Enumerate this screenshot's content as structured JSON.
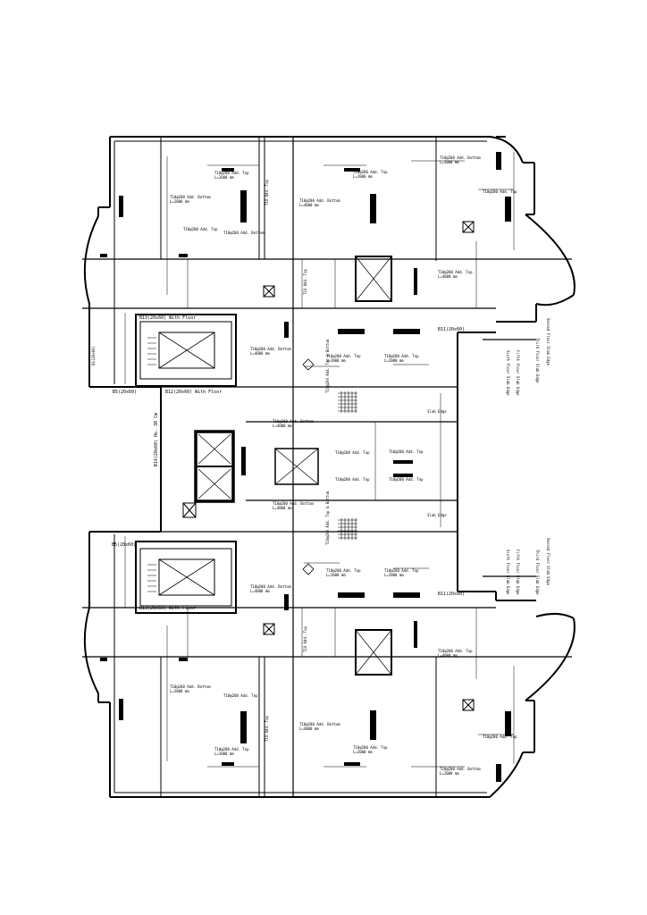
{
  "drawing": {
    "beam_labels": {
      "b13_top": "B13(20x60) With Floor",
      "b12": "B12(20x60) With Floor",
      "b5_top": "B5(20x60)",
      "b5_bottom": "B5(20x60)",
      "b13_bottom": "B13(20x60) With Floor",
      "b14": "B14(20x60) Ho. 30 Cm",
      "b11_top": "B11(20x60)",
      "b11_bottom": "B11(20x60)",
      "b1_side": "B1(20x60)"
    },
    "rebar_notes": {
      "add_bottom": "T10@200 Add. Bottom",
      "add_top": "T10@200 Add. Top",
      "length_2000": "L=2000 mm",
      "length_4000": "L=4000 mm",
      "add_top_short": "T10 Add. Top",
      "top_bottom": "T10@200 Add. Top & Bottom",
      "slab_edge": "Slab Edge"
    },
    "edge_notes": {
      "e1": "Second Floor Slab Edge",
      "e2": "Third Floor Slab Edge",
      "e3": "Fifth Floor Slab Edge",
      "e4": "Sixth Floor Slab Edge"
    }
  }
}
